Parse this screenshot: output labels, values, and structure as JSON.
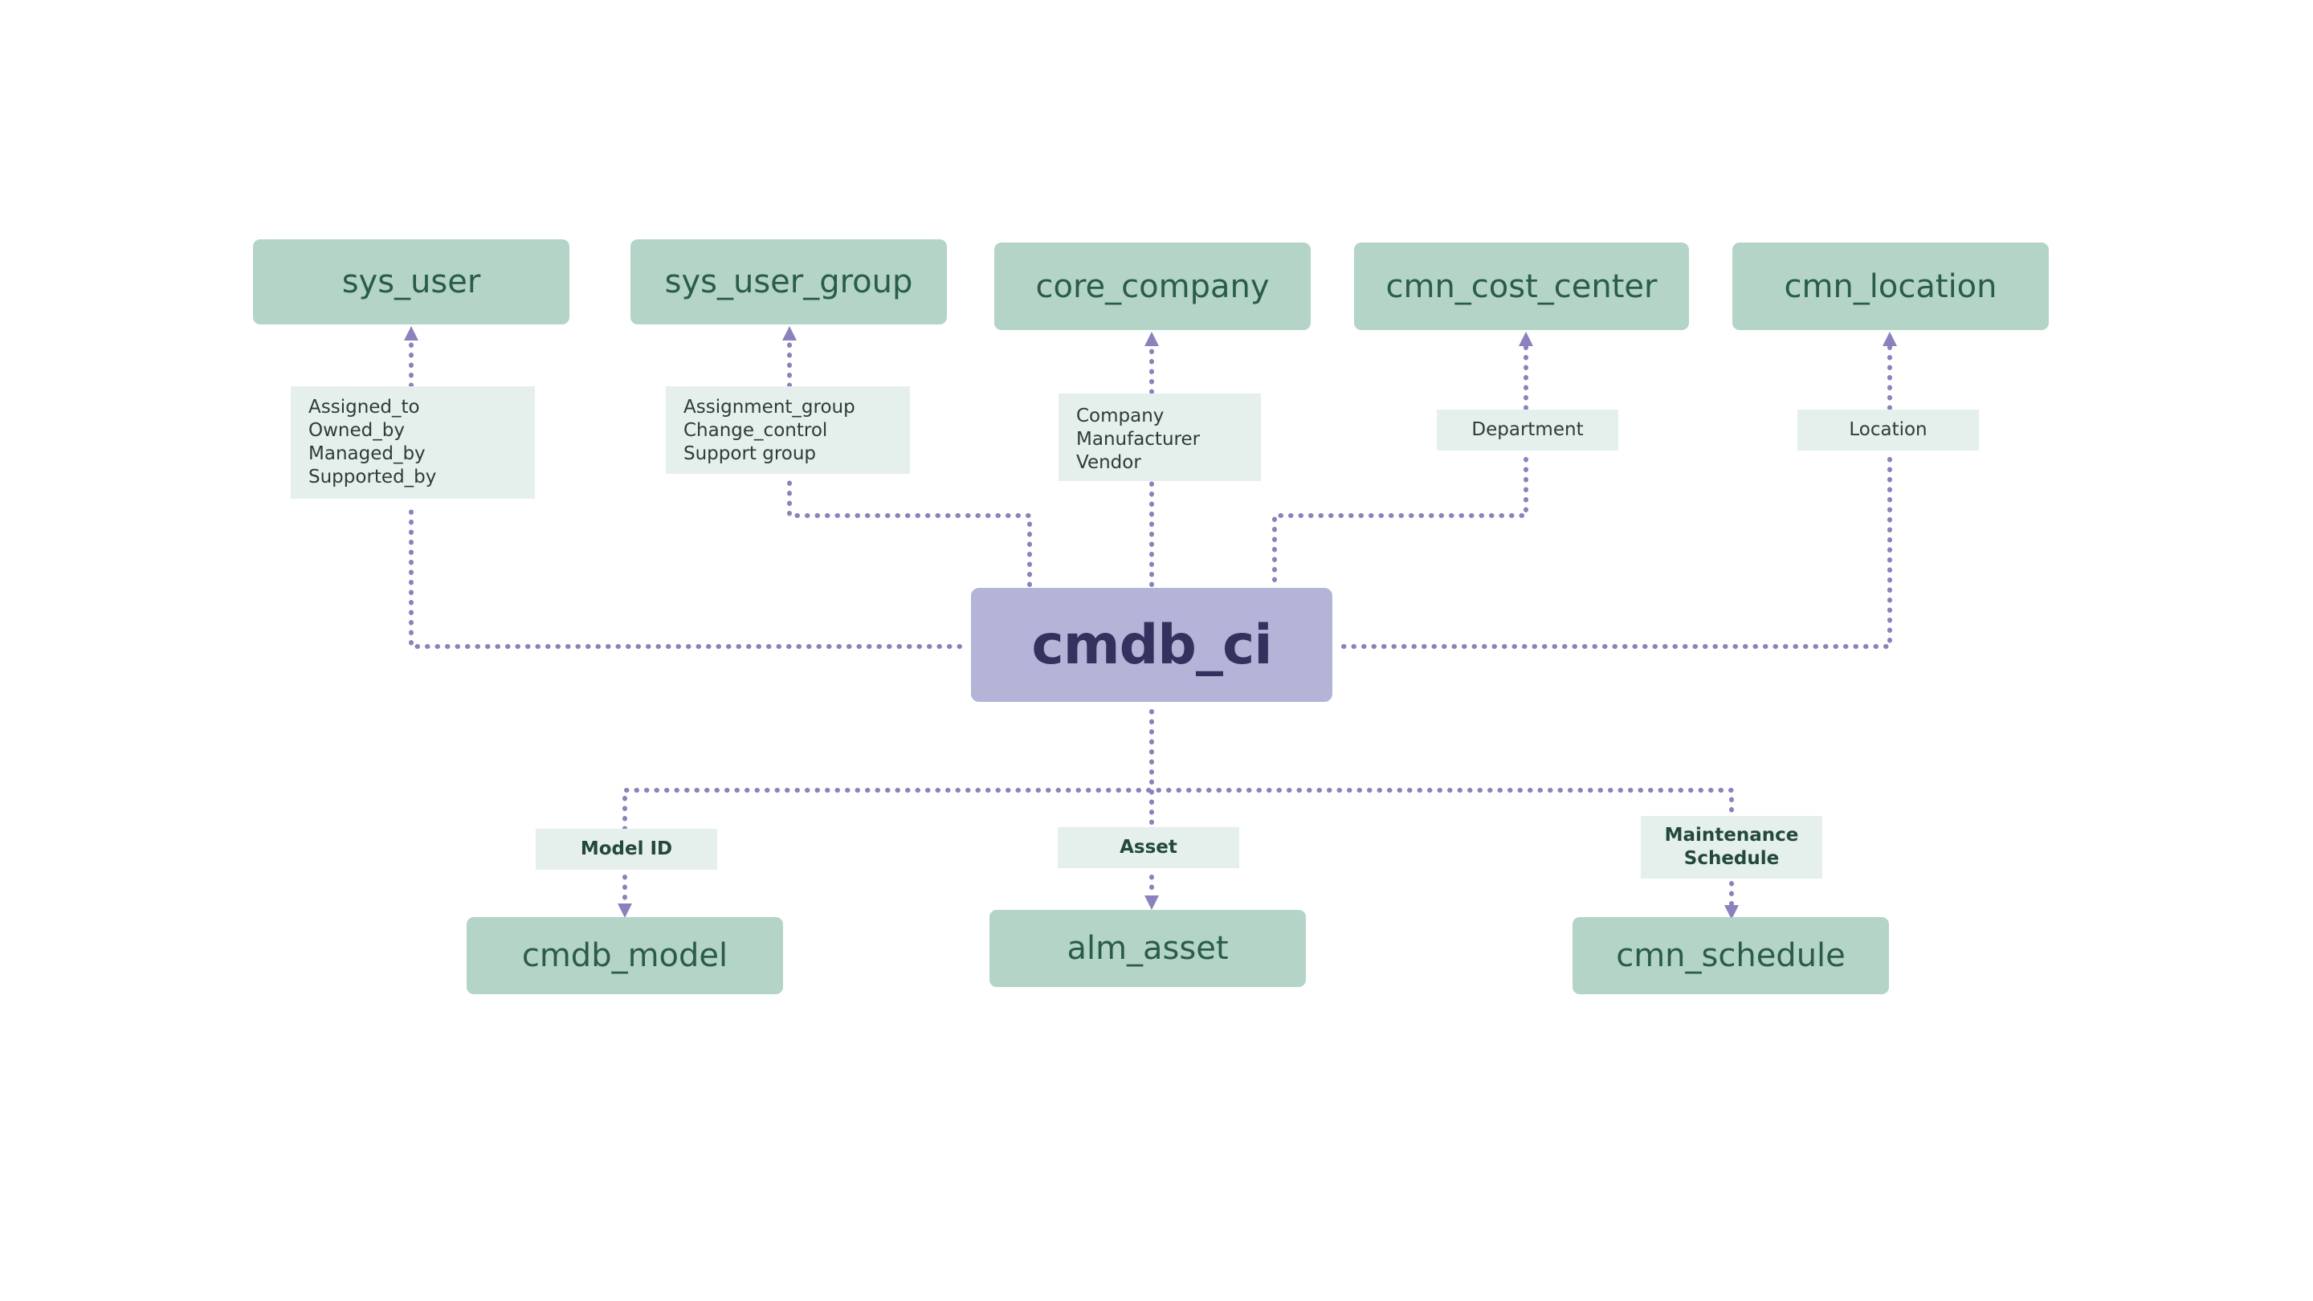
{
  "central": {
    "label": "cmdb_ci"
  },
  "top_tables": {
    "sys_user": "sys_user",
    "sys_user_group": "sys_user_group",
    "core_company": "core_company",
    "cmn_cost_center": "cmn_cost_center",
    "cmn_location": "cmn_location"
  },
  "bottom_tables": {
    "cmdb_model": "cmdb_model",
    "alm_asset": "alm_asset",
    "cmn_schedule": "cmn_schedule"
  },
  "relationships": {
    "sys_user": [
      "Assigned_to",
      "Owned_by",
      "Managed_by",
      "Supported_by"
    ],
    "sys_user_group": [
      "Assignment_group",
      "Change_control",
      "Support group"
    ],
    "core_company": [
      "Company",
      "Manufacturer",
      "Vendor"
    ],
    "cmn_cost_center": [
      "Department"
    ],
    "cmn_location": [
      "Location"
    ],
    "cmdb_model": [
      "Model ID"
    ],
    "alm_asset": [
      "Asset"
    ],
    "cmn_schedule": [
      "Maintenance",
      "Schedule"
    ]
  },
  "colors": {
    "table_fill": "#b3d4c6",
    "table_text": "#2a5c4a",
    "central_fill": "#b4b4d8",
    "central_text": "#34315f",
    "label_fill": "#e5efeb",
    "connector": "#8a82bd"
  }
}
